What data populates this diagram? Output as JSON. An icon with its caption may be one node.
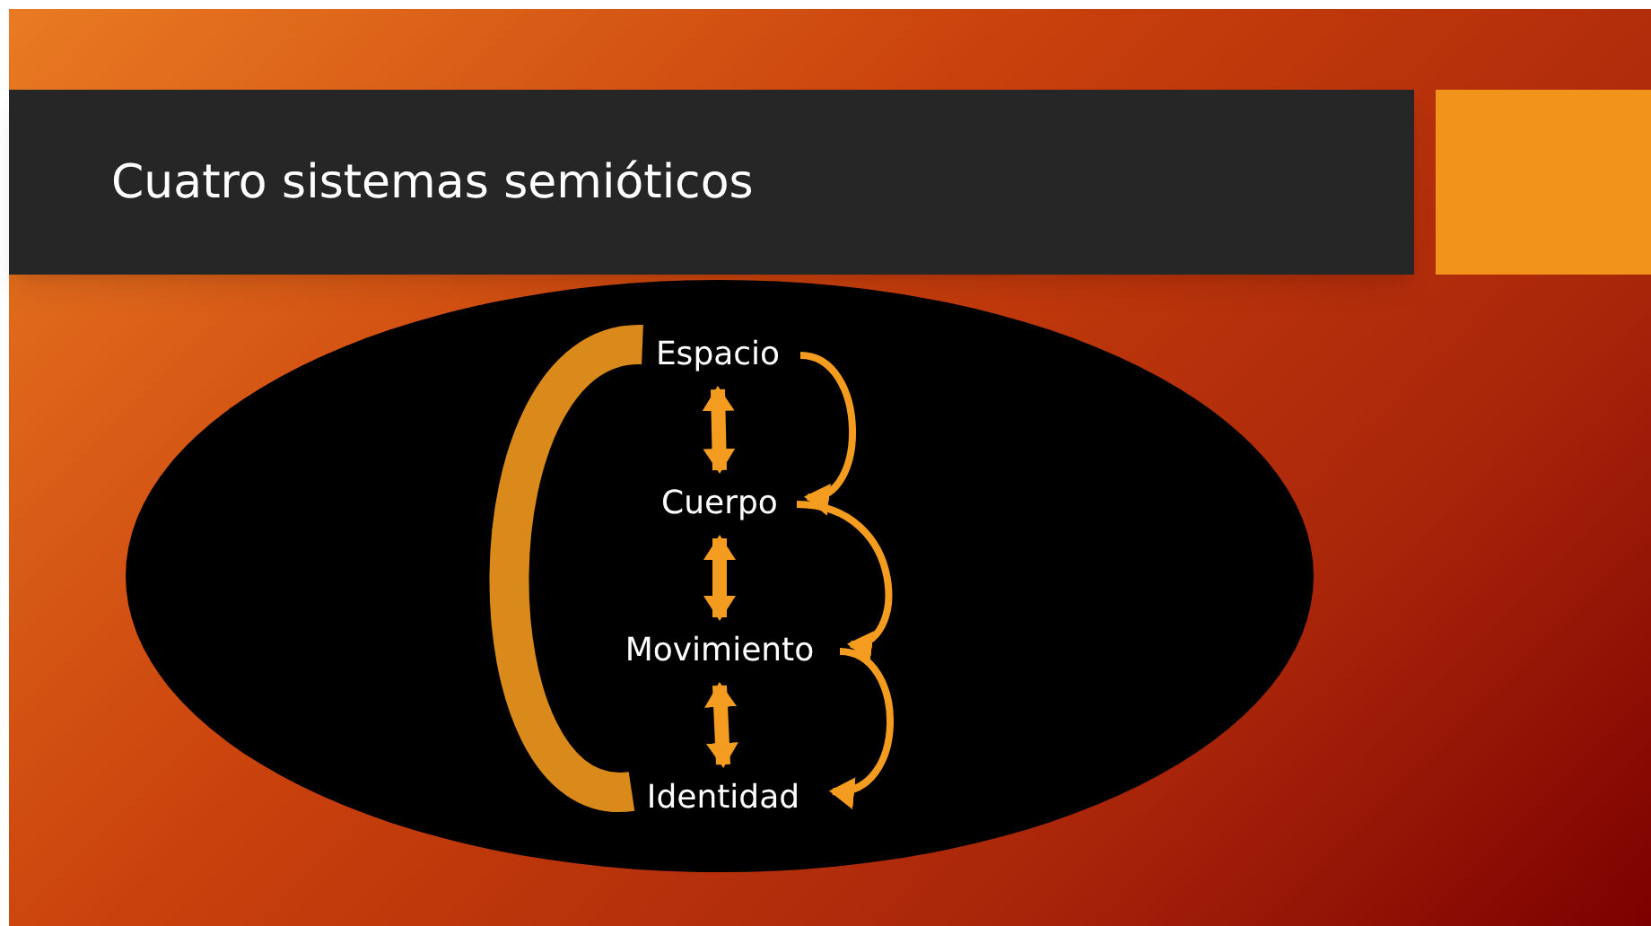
{
  "diagram": {
    "title": "Cuatro sistemas semióticos",
    "nodes": [
      {
        "text": [],
        "shape": "ellipse"
      },
      {
        "text": [
          "Espacio"
        ],
        "in": 0
      },
      {
        "text": [
          "Cuerpo"
        ],
        "in": 0
      },
      {
        "text": [
          "Movimiento"
        ],
        "in": 0
      },
      {
        "text": [
          "Identidad"
        ],
        "in": 0
      }
    ],
    "edges": [
      {
        "from": 1,
        "to": 2,
        "arrow": "both"
      },
      {
        "from": 2,
        "to": 3,
        "arrow": "both"
      },
      {
        "from": 3,
        "to": 4,
        "arrow": "both"
      },
      {
        "from": 1,
        "to": 2,
        "arrow": "to"
      },
      {
        "from": 2,
        "to": 3,
        "arrow": "to"
      },
      {
        "from": 3,
        "to": 4,
        "arrow": "to"
      },
      {
        "from": 1,
        "to": 4,
        "arrow": "none",
        "style": "thick"
      }
    ]
  }
}
